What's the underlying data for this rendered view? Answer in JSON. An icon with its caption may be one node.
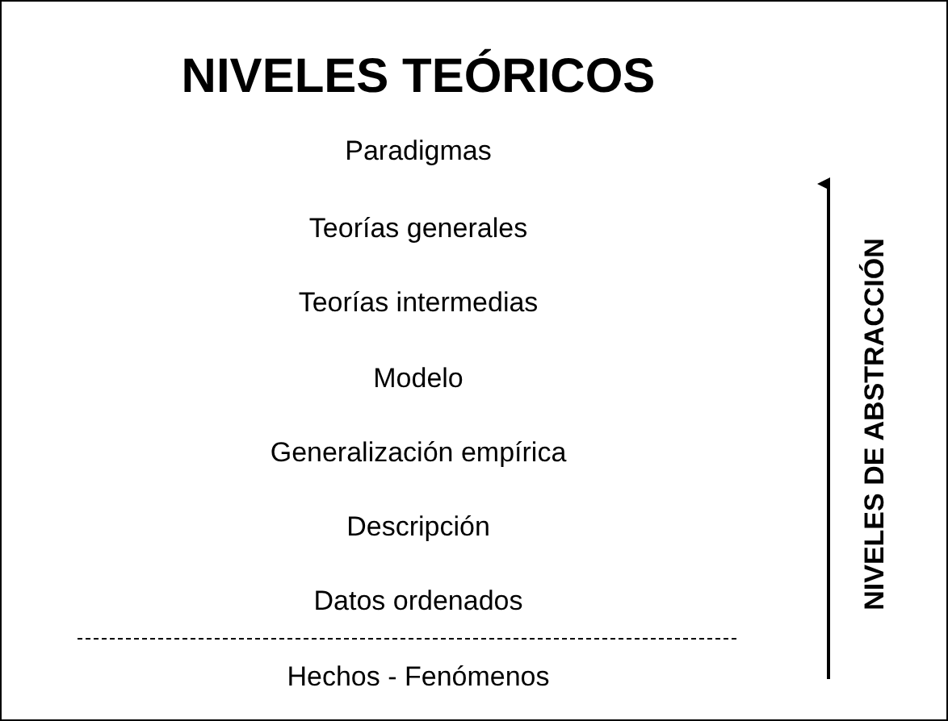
{
  "diagram": {
    "title": "NIVELES TEÓRICOS",
    "labels": [
      "Paradigmas",
      "Teorías generales",
      "Teorías intermedias",
      "Modelo",
      "Generalización empírica",
      "Descripción",
      "Datos ordenados",
      "Hechos - Fenómenos",
      "NIVELES DE ABSTRACCIÓN"
    ]
  }
}
